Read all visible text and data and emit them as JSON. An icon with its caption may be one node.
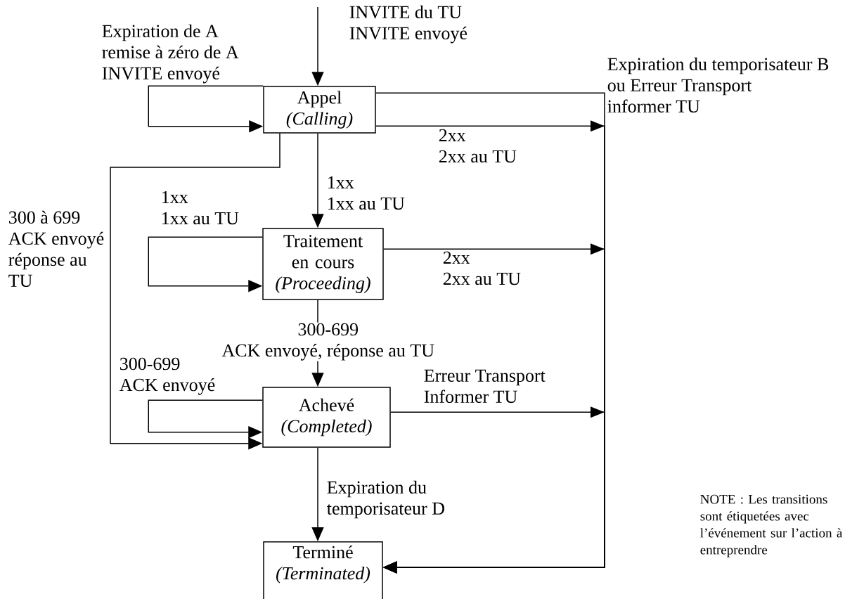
{
  "diagram": {
    "nodes": [
      {
        "text": [
          "Appel",
          "(Calling)"
        ]
      },
      {
        "text": [
          "Traitement en cours",
          "(Proceeding)"
        ]
      },
      {
        "text": [
          "Achevé",
          "(Completed)"
        ]
      },
      {
        "text": [
          "Terminé",
          "(Terminated)"
        ]
      }
    ],
    "edges": [
      {
        "from": null,
        "to": 0,
        "arrow": "to",
        "label": "INVITE du TU INVITE envoyé"
      },
      {
        "from": 0,
        "to": 0,
        "arrow": "to",
        "label": "Expiration de A remise à zéro de A INVITE envoyé"
      },
      {
        "from": 0,
        "to": 3,
        "arrow": "to",
        "label": "Expiration du temporisateur B ou Erreur Transport informer TU"
      },
      {
        "from": 0,
        "to": 3,
        "arrow": "to",
        "label": "2xx 2xx au TU"
      },
      {
        "from": 0,
        "to": 1,
        "arrow": "to",
        "label": "1xx 1xx au TU"
      },
      {
        "from": 0,
        "to": 2,
        "arrow": "to",
        "label": "300 à 699 ACK envoyé réponse au TU"
      },
      {
        "from": 1,
        "to": 1,
        "arrow": "to",
        "label": "1xx 1xx au TU"
      },
      {
        "from": 1,
        "to": 3,
        "arrow": "to",
        "label": "2xx 2xx au TU"
      },
      {
        "from": 1,
        "to": 2,
        "arrow": "to",
        "label": "300-699 ACK envoyé, réponse au TU"
      },
      {
        "from": 2,
        "to": 2,
        "arrow": "to",
        "label": "300-699 ACK envoyé"
      },
      {
        "from": 2,
        "to": 3,
        "arrow": "to",
        "label": "Erreur Transport Informer TU"
      },
      {
        "from": 2,
        "to": 3,
        "arrow": "to",
        "label": "Expiration du temporisateur D"
      }
    ],
    "labels": [
      "NOTE : Les transitions sont étiquetées avec l’événement sur l’action à entreprendre"
    ]
  }
}
